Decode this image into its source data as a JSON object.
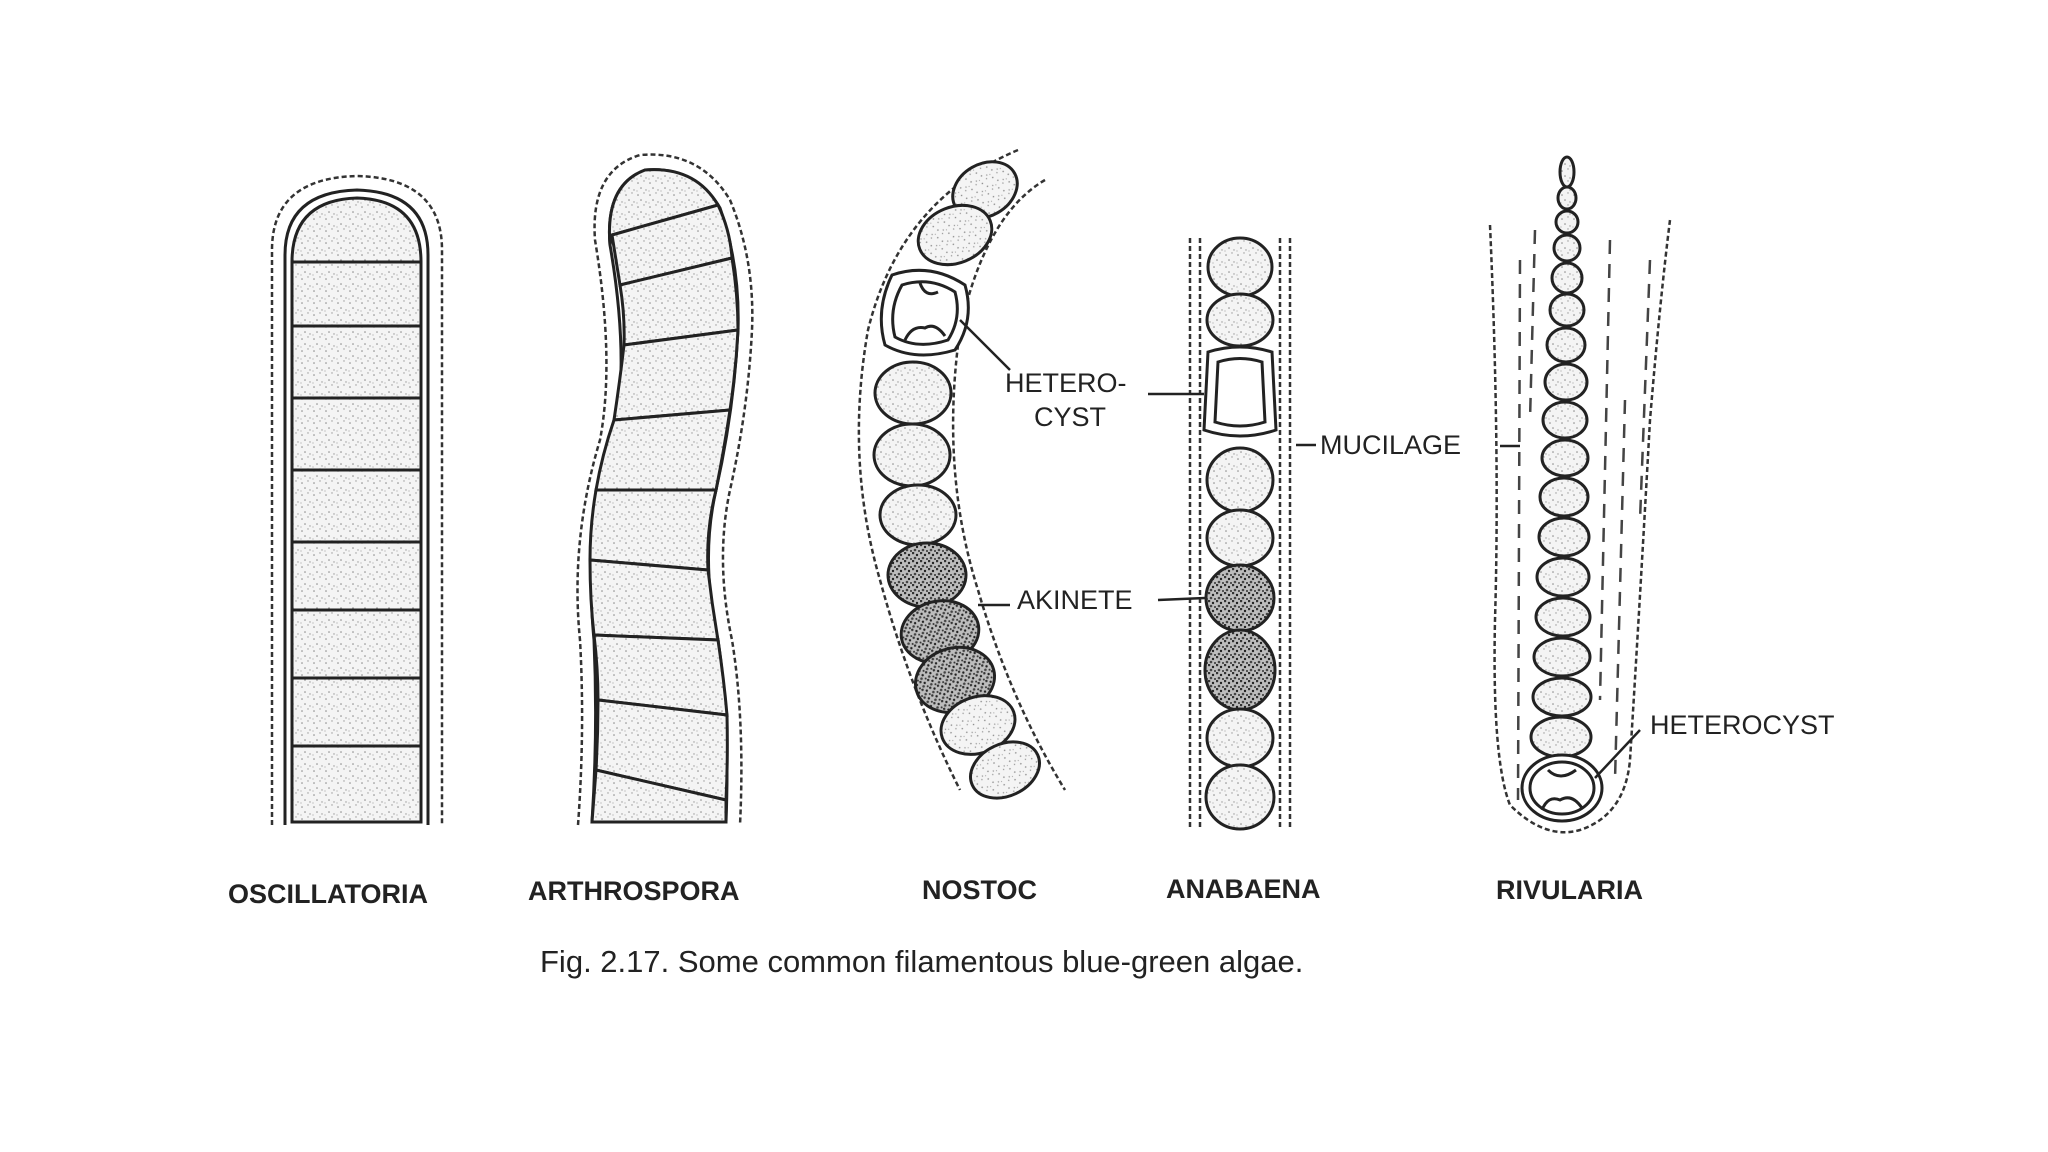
{
  "organisms": [
    {
      "name": "OSCILLATORIA"
    },
    {
      "name": "ARTHROSPORA"
    },
    {
      "name": "NOSTOC"
    },
    {
      "name": "ANABAENA"
    },
    {
      "name": "RIVULARIA"
    }
  ],
  "labels": {
    "heterocyst_line1": "HETERO-",
    "heterocyst_line2": "CYST",
    "akinete": "AKINETE",
    "mucilage": "MUCILAGE",
    "heterocyst": "HETEROCYST"
  },
  "caption": "Fig. 2.17. Some common filamentous blue-green algae."
}
